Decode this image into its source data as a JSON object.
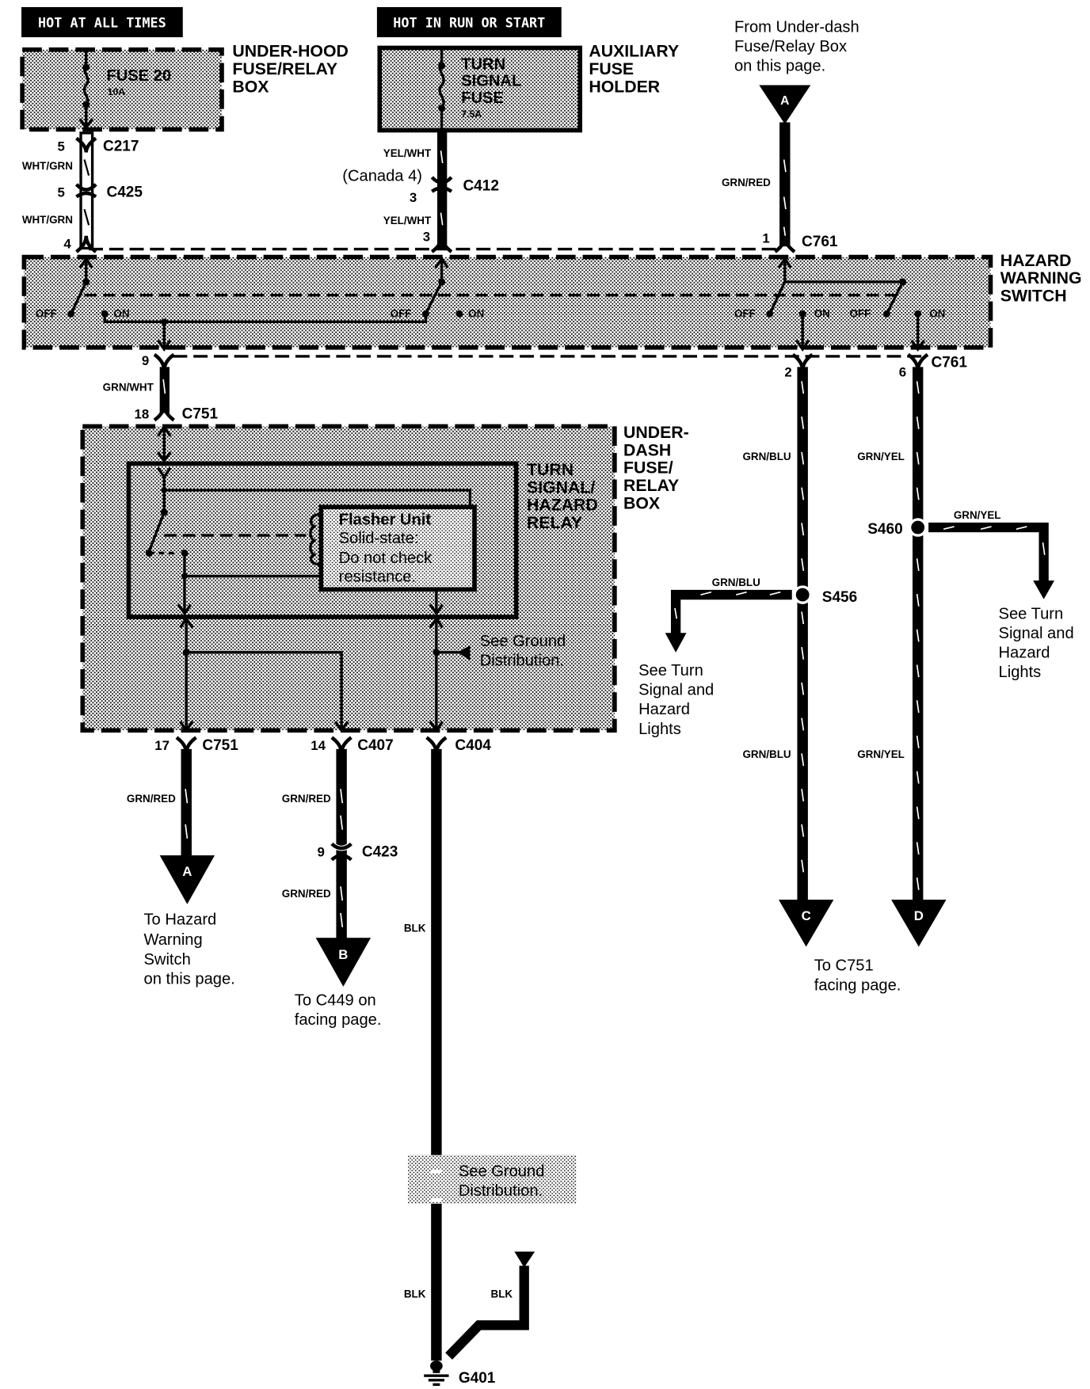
{
  "title": "Turn Signal / Hazard Warning Wiring Diagram",
  "power_headers": {
    "hot_at_all_times": "HOT AT ALL TIMES",
    "hot_in_run_or_start": "HOT IN RUN OR START"
  },
  "components": {
    "under_hood_box": {
      "label_lines": [
        "UNDER-HOOD",
        "FUSE/RELAY",
        "BOX"
      ],
      "fuse_name": "FUSE 20",
      "fuse_rating": "10A"
    },
    "aux_fuse_holder": {
      "label_lines": [
        "AUXILIARY",
        "FUSE",
        "HOLDER"
      ],
      "fuse_name_lines": [
        "TURN",
        "SIGNAL",
        "FUSE"
      ],
      "fuse_rating": "7.5A"
    },
    "hazard_switch": {
      "label_lines": [
        "HAZARD",
        "WARNING",
        "SWITCH"
      ],
      "off": "OFF",
      "on": "ON"
    },
    "under_dash_box": {
      "label_lines": [
        "UNDER-",
        "DASH",
        "FUSE/",
        "RELAY",
        "BOX"
      ]
    },
    "relay": {
      "label_lines": [
        "TURN",
        "SIGNAL/",
        "HAZARD",
        "RELAY"
      ]
    },
    "flasher": {
      "lines": [
        "Flasher Unit",
        "Solid-state:",
        "Do not check",
        "resistance."
      ]
    },
    "ground": {
      "name": "G401"
    }
  },
  "connectors": {
    "c217": {
      "name": "C217",
      "pin": "5"
    },
    "c425": {
      "name": "C425",
      "pin": "5"
    },
    "c412": {
      "name": "C412",
      "pin": "3",
      "alt": "(Canada 4)"
    },
    "hz_in_left": {
      "pin": "4"
    },
    "hz_in_mid": {
      "pin": "3"
    },
    "c761_top": {
      "name": "C761",
      "pin": "1"
    },
    "c761_out": {
      "name": "C761",
      "pin_a": "2",
      "pin_b": "6"
    },
    "hz_out": {
      "pin": "9"
    },
    "c751_in": {
      "name": "C751",
      "pin": "18"
    },
    "c751_out": {
      "name": "C751",
      "pin": "17"
    },
    "c407": {
      "name": "C407",
      "pin": "14"
    },
    "c404": {
      "name": "C404"
    },
    "c423": {
      "name": "C423",
      "pin": "9"
    }
  },
  "splices": {
    "s456": "S456",
    "s460": "S460"
  },
  "wires": {
    "wht_grn": "WHT/GRN",
    "yel_wht": "YEL/WHT",
    "grn_red": "GRN/RED",
    "grn_wht": "GRN/WHT",
    "grn_blu": "GRN/BLU",
    "grn_yel": "GRN/YEL",
    "blk": "BLK"
  },
  "flags": {
    "a_top": "A",
    "a_bottom": "A",
    "b": "B",
    "c": "C",
    "d": "D"
  },
  "notes": {
    "from_under_dash": [
      "From Under-dash",
      "Fuse/Relay Box",
      "on this page."
    ],
    "to_hazard_switch": [
      "To Hazard",
      "Warning",
      "Switch",
      "on this page."
    ],
    "to_c449": [
      "To C449 on",
      "facing page."
    ],
    "to_c751": [
      "To C751",
      "facing page."
    ],
    "see_turn_left": [
      "See Turn",
      "Signal and",
      "Hazard",
      "Lights"
    ],
    "see_turn_right": [
      "See Turn",
      "Signal and",
      "Hazard",
      "Lights"
    ],
    "see_ground_1": [
      "See Ground",
      "Distribution."
    ],
    "see_ground_2": [
      "See Ground",
      "Distribution."
    ]
  }
}
